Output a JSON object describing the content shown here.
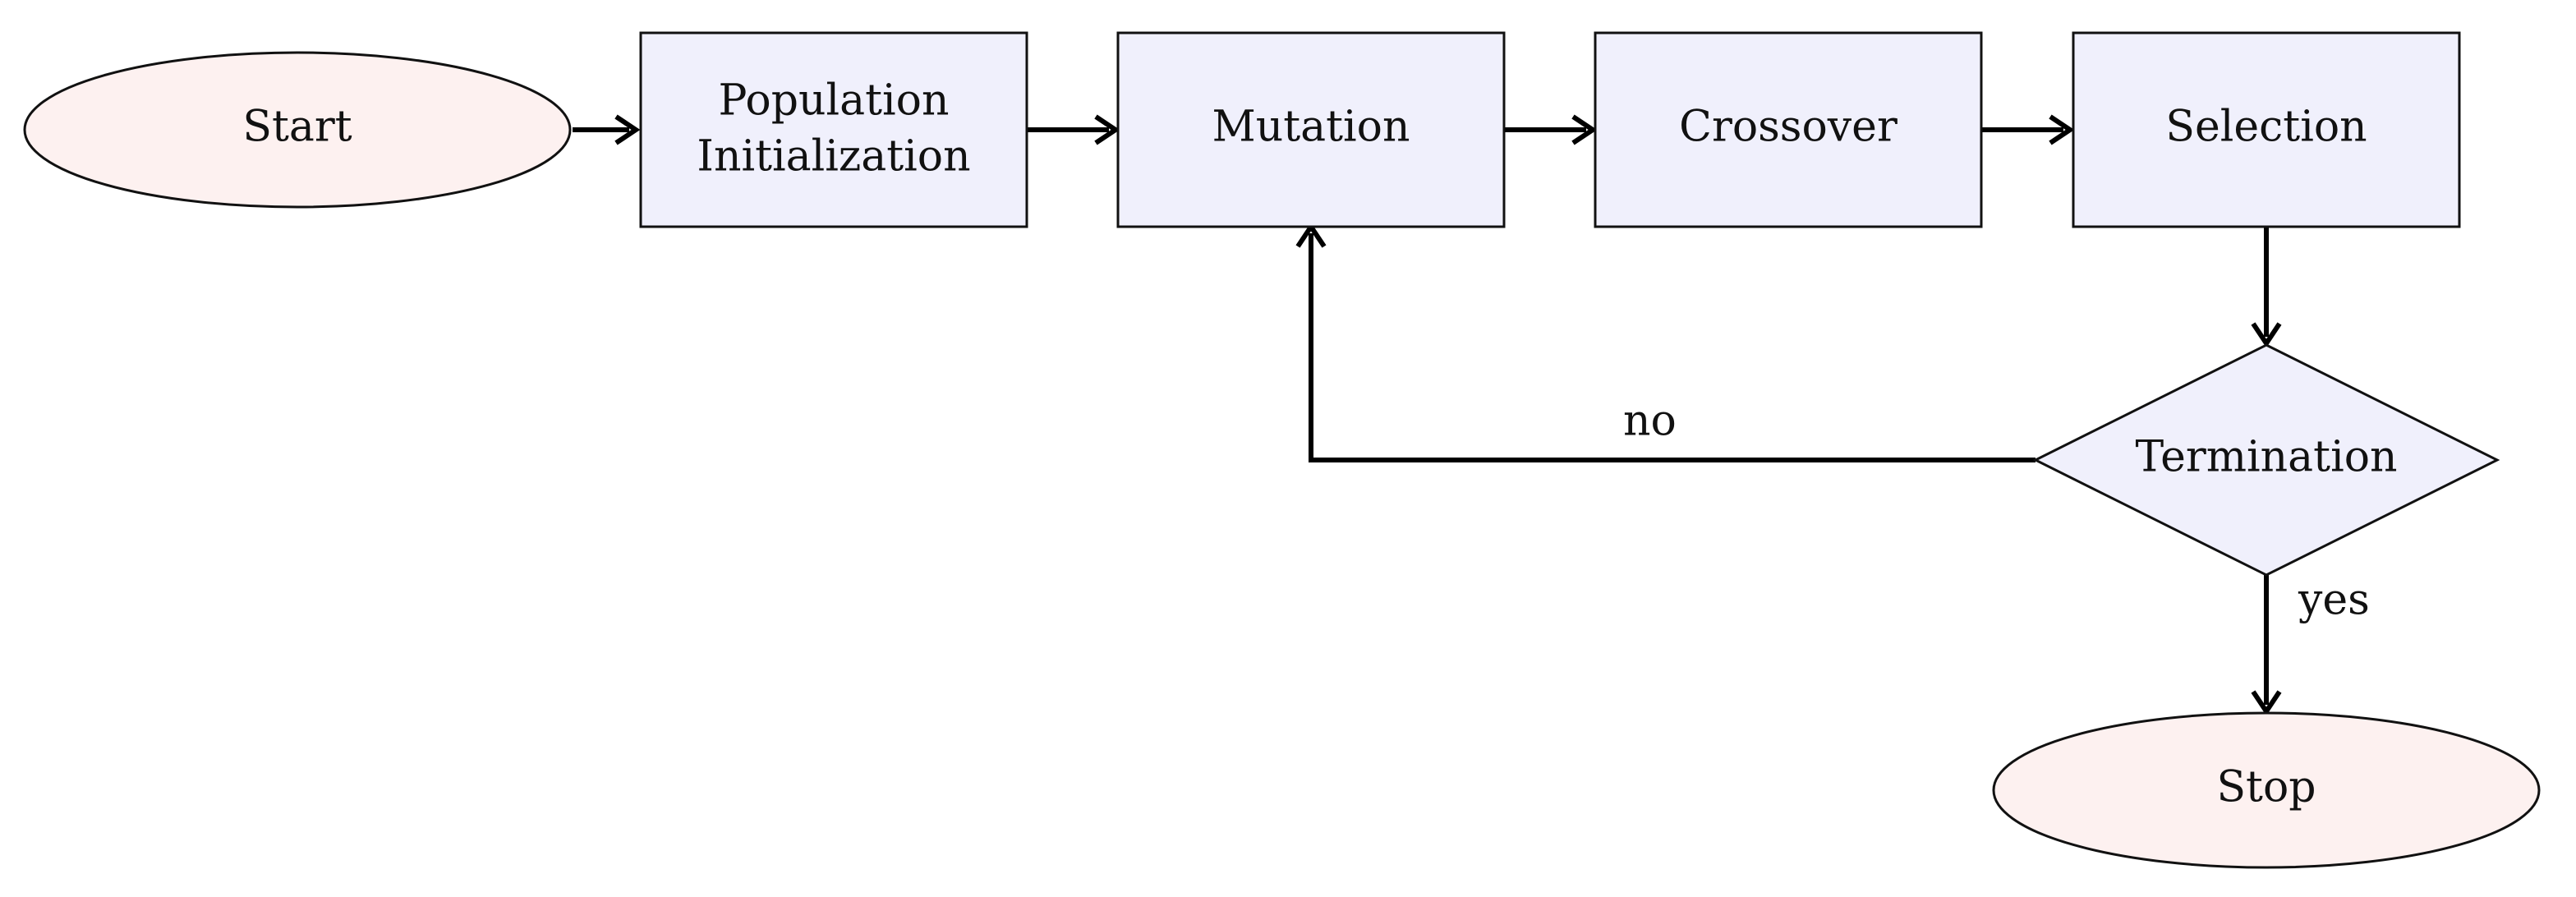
{
  "diagram": {
    "colors": {
      "terminal_fill": "#fdf1f0",
      "process_fill": "#f0f0fc",
      "stroke": "#111111"
    },
    "nodes": {
      "start": {
        "label": "Start",
        "shape": "ellipse"
      },
      "population_init": {
        "label_lines": [
          "Population",
          "Initialization"
        ],
        "shape": "rectangle"
      },
      "mutation": {
        "label": "Mutation",
        "shape": "rectangle"
      },
      "crossover": {
        "label": "Crossover",
        "shape": "rectangle"
      },
      "selection": {
        "label": "Selection",
        "shape": "rectangle"
      },
      "termination": {
        "label": "Termination",
        "shape": "diamond"
      },
      "stop": {
        "label": "Stop",
        "shape": "ellipse"
      }
    },
    "edges": [
      {
        "from": "start",
        "to": "population_init"
      },
      {
        "from": "population_init",
        "to": "mutation"
      },
      {
        "from": "mutation",
        "to": "crossover"
      },
      {
        "from": "crossover",
        "to": "selection"
      },
      {
        "from": "selection",
        "to": "termination"
      },
      {
        "from": "termination",
        "to": "mutation",
        "label": "no"
      },
      {
        "from": "termination",
        "to": "stop",
        "label": "yes"
      }
    ],
    "edge_labels": {
      "no": "no",
      "yes": "yes"
    }
  }
}
